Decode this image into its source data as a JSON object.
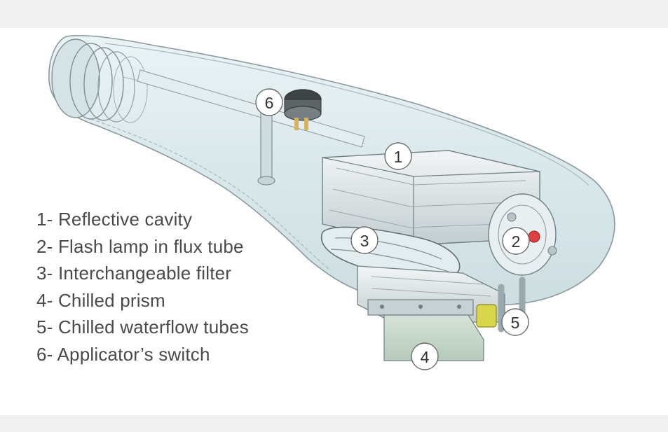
{
  "legend": {
    "items": [
      "1- Reflective cavity",
      "2- Flash lamp in flux tube",
      "3- Interchangeable filter",
      "4- Chilled prism",
      "5- Chilled waterflow tubes",
      "6- Applicator’s switch"
    ]
  },
  "callouts": [
    "1",
    "2",
    "3",
    "4",
    "5",
    "6"
  ],
  "colors": {
    "background": "#f0f0f0",
    "panel": "#ffffff",
    "shell_fill": "#dbe9ec",
    "shell_edge": "#8a9aa0",
    "filter_yellow": "#d8d64a",
    "lamp_red": "#e04040",
    "text": "#4a4a4a"
  }
}
